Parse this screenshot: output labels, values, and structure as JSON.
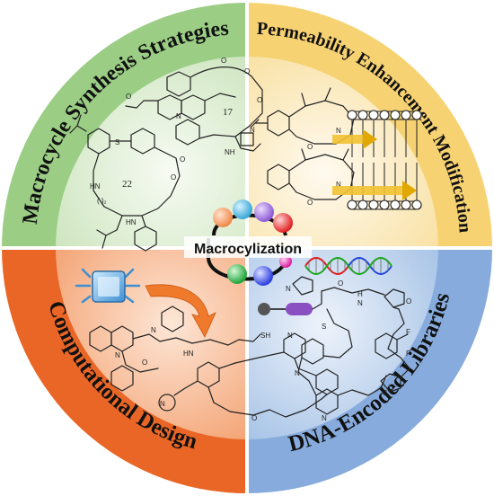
{
  "center": {
    "label": "Macrocylization"
  },
  "quadrants": [
    {
      "id": "top-left",
      "title": "Macrocycle Synthesis Strategies",
      "color": "#c9e3b9"
    },
    {
      "id": "top-right",
      "title": "Permeability Enhancement Modification",
      "color": "#fbe3a6"
    },
    {
      "id": "bottom-left",
      "title": "Computational Design",
      "color": "#f3a87e"
    },
    {
      "id": "bottom-right",
      "title": "DNA-Encoded Libraries",
      "color": "#a8c5e6"
    }
  ],
  "synthesis": {
    "ring_labels": [
      "17",
      "22"
    ]
  },
  "colors": {
    "ring_green_dark": "#77b862",
    "ring_yellow_dark": "#f4c64f",
    "ring_orange_dark": "#e3561a",
    "ring_blue_dark": "#6d9bd6",
    "inner_green": "#eaf3e3",
    "inner_yellow": "#fef6de",
    "inner_orange": "#fbd7bf",
    "inner_blue": "#dae6f4",
    "arrow_orange": "#f07a2c",
    "arrow_gold": "#e0a800",
    "dna_red": "#e21b1b",
    "dna_green": "#19a819",
    "dna_blue": "#2244dd"
  }
}
